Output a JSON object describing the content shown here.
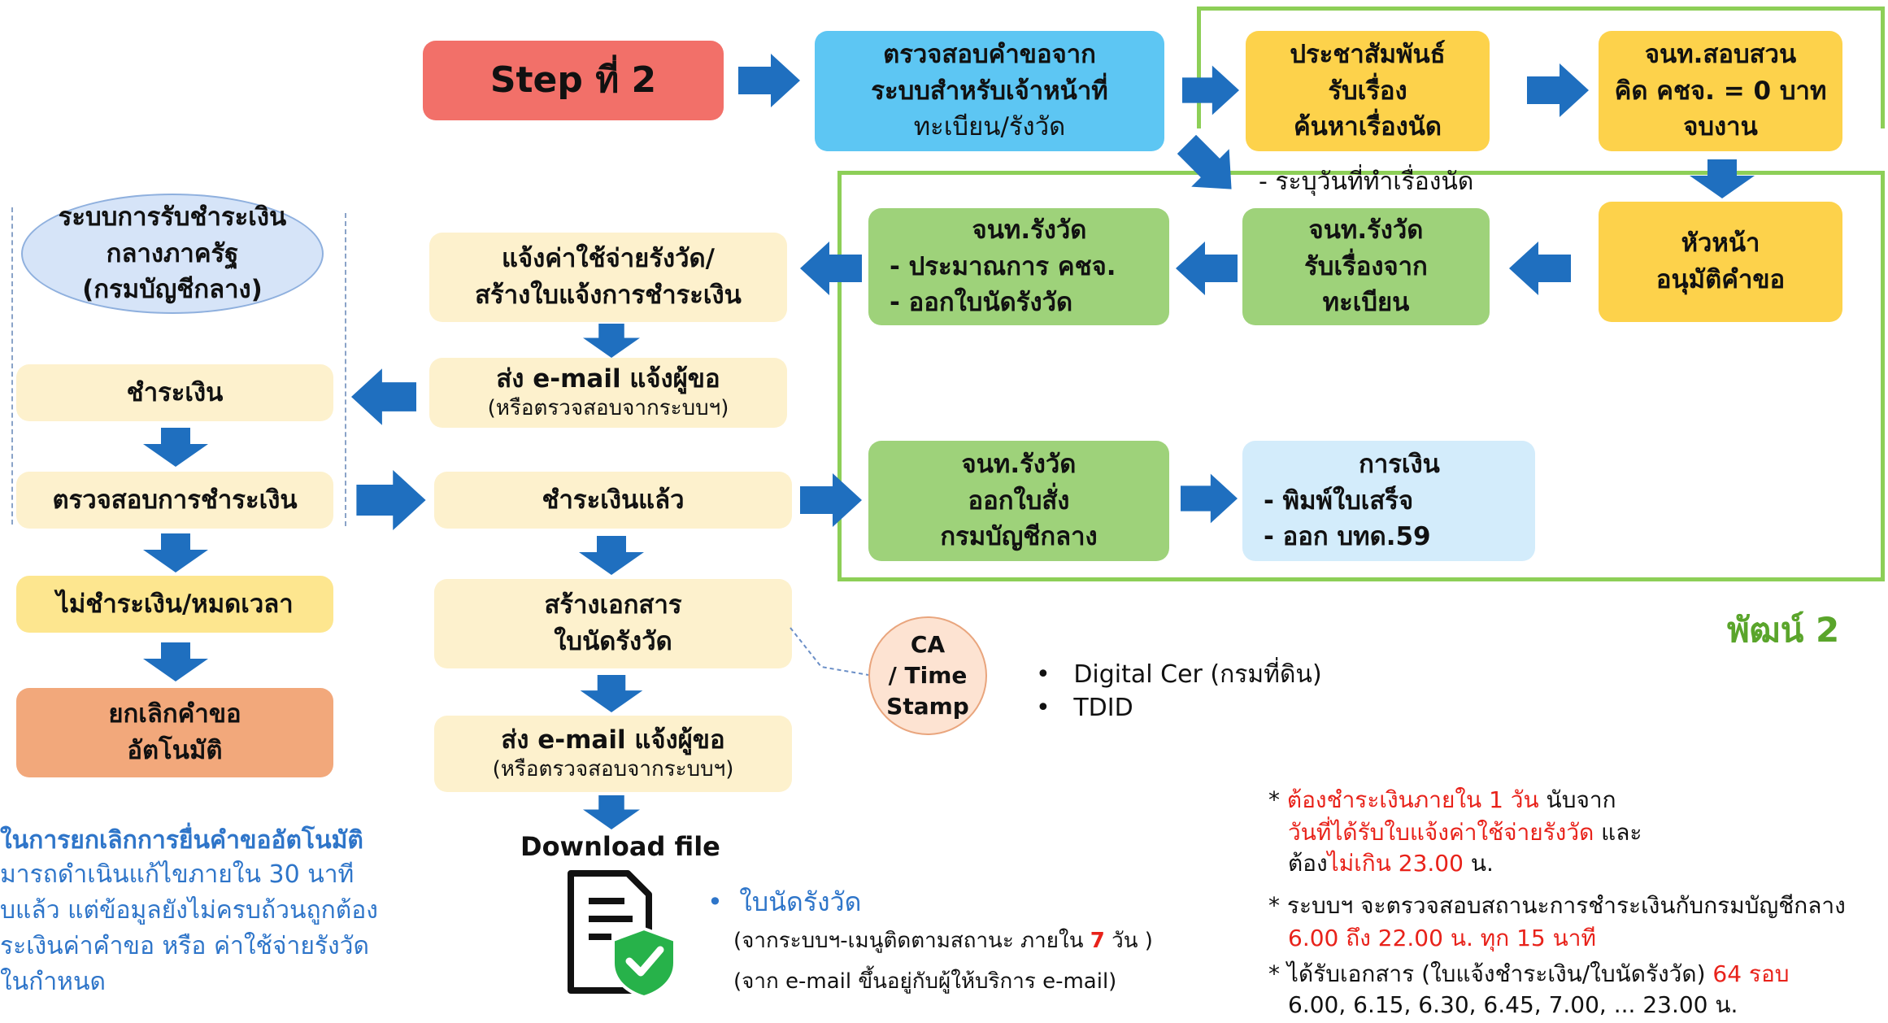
{
  "step": "Step ที่ 2",
  "boxes": {
    "check_request": {
      "l1": "ตรวจสอบคำขอจาก",
      "l2": "ระบบสำหรับเจ้าหน้าที่",
      "l3": "ทะเบียน/รังวัด"
    },
    "pr": {
      "l1": "ประชาสัมพันธ์",
      "l2": "รับเรื่อง",
      "l3": "ค้นหาเรื่องนัด"
    },
    "investigate": {
      "l1": "จนท.สอบสวน",
      "l2": "คิด คชจ. = 0 บาท",
      "l3": "จบงาน"
    },
    "head": {
      "l1": "หัวหน้า",
      "l2": "อนุมัติคำขอ"
    },
    "survey_receive": {
      "l1": "จนท.รังวัด",
      "l2": "รับเรื่องจาก",
      "l3": "ทะเบียน"
    },
    "survey_estimate": {
      "l1": "จนท.รังวัด",
      "l2": "- ประมาณการ คชจ.",
      "l3": "- ออกใบนัดรังวัด"
    },
    "notify_cost": {
      "l1": "แจ้งค่าใช้จ่ายรังวัด/",
      "l2": "สร้างใบแจ้งการชำระเงิน"
    },
    "email1": {
      "l1": "ส่ง e-mail แจ้งผู้ขอ",
      "l2": "(หรือตรวจสอบจากระบบฯ)"
    },
    "gov_payment": {
      "l1": "ระบบการรับชำระเงิน",
      "l2": "กลางภาครัฐ",
      "l3": "(กรมบัญชีกลาง)"
    },
    "pay": {
      "l1": "ชำระเงิน"
    },
    "check_payment": {
      "l1": "ตรวจสอบการชำระเงิน"
    },
    "not_paid": {
      "l1": "ไม่ชำระเงิน/หมดเวลา"
    },
    "cancel": {
      "l1": "ยกเลิกคำขอ",
      "l2": "อัตโนมัติ"
    },
    "paid": {
      "l1": "ชำระเงินแล้ว"
    },
    "survey_order": {
      "l1": "จนท.รังวัด",
      "l2": "ออกใบสั่ง",
      "l3": "กรมบัญชีกลาง"
    },
    "finance": {
      "l1": "การเงิน",
      "l2": "- พิมพ์ใบเสร็จ",
      "l3": "- ออก บทด.59"
    },
    "create_doc": {
      "l1": "สร้างเอกสาร",
      "l2": "ใบนัดรังวัด"
    },
    "email2": {
      "l1": "ส่ง e-mail แจ้งผู้ขอ",
      "l2": "(หรือตรวจสอบจากระบบฯ)"
    },
    "ca": {
      "l1": "CA",
      "l2": "/ Time",
      "l3": "Stamp"
    }
  },
  "note_specify_date": "- ระบุวันที่ทำเรื่องนัด",
  "phase_label": "พัฒน์ 2",
  "ca_bullets": [
    "Digital Cer (กรมที่ดิน)",
    "TDID"
  ],
  "download": {
    "title": "Download file",
    "bullet": "ใบนัดรังวัด",
    "line1_a": "(จากระบบฯ-เมนูติดตามสถานะ ภายใน ",
    "line1_b": "7",
    "line1_c": " วัน )",
    "line2": "(จาก e-mail ขึ้นอยู่กับผู้ให้บริการ e-mail)"
  },
  "cancel_notes": {
    "title": "ในการยกเลิกการยื่นคำขออัตโนมัติ",
    "l1": "มารถดำเนินแก้ไขภายใน 30 นาที",
    "l2": "บแล้ว แต่ข้อมูลยังไม่ครบถ้วนถูกต้อง",
    "l3": "ระเงินค่าคำขอ หรือ ค่าใช้จ่ายรังวัด",
    "l4": "ในกำหนด"
  },
  "notes": {
    "n1_star": "*",
    "n1_a": "ต้องชำระเงินภายใน 1 วัน",
    "n1_b": " นับจาก",
    "n1_c": "วันที่ได้รับใบแจ้งค่าใช้จ่ายรังวัด",
    "n1_d": " และ",
    "n1_e": "ต้อง",
    "n1_f": "ไม่เกิน 23.00",
    "n1_g": " น.",
    "n2_a": "* ระบบฯ จะตรวจสอบสถานะการชำระเงินกับกรมบัญชีกลาง",
    "n2_b": "6.00 ถึง 22.00 น. ทุก 15 นาที",
    "n3_a": "* ได้รับเอกสาร (ใบแจ้งชำระเงิน/ใบนัดรังวัด) ",
    "n3_b": "64 รอบ",
    "n3_c": "6.00, 6.15, 6.30, 6.45, 7.00, ... 23.00 น."
  },
  "colors": {
    "arrow": "#1f6fbf",
    "frame": "#8dcf57",
    "red": "#e8221a",
    "blue_text": "#2e75c9",
    "phase": "#5aa52b"
  }
}
